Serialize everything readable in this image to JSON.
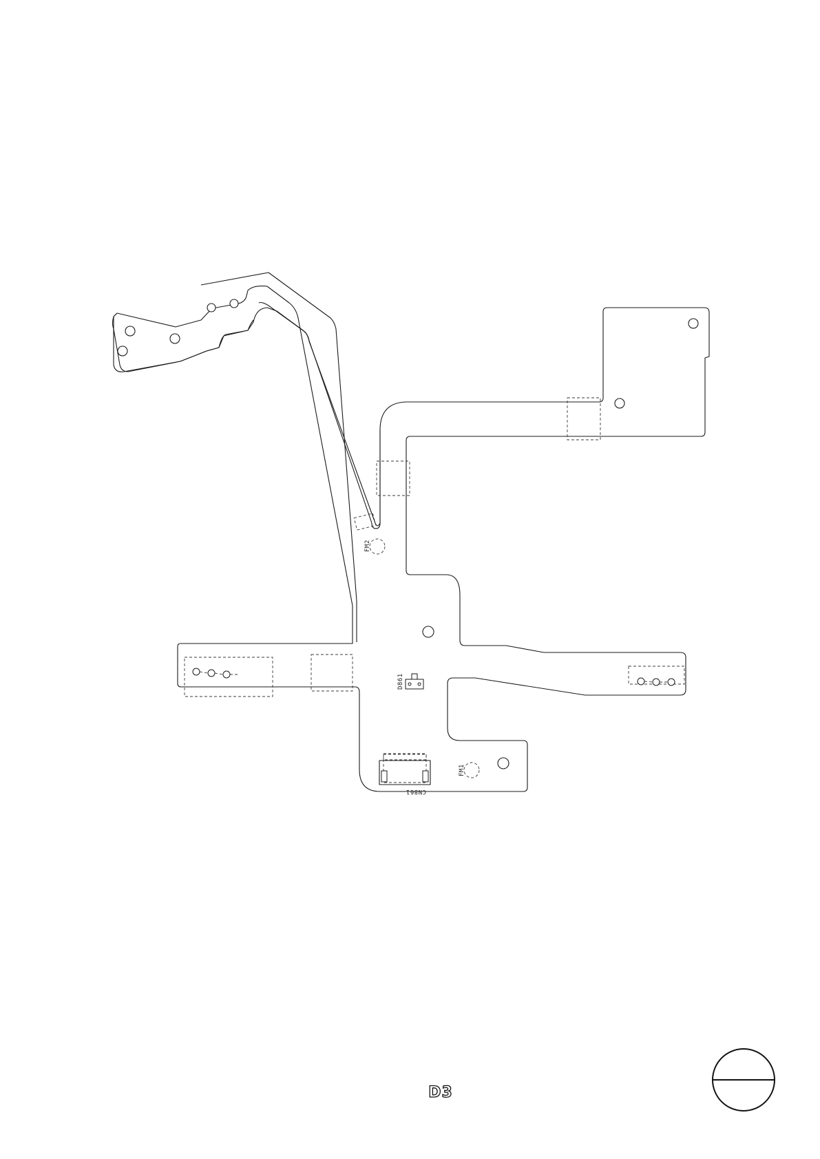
{
  "diagram": {
    "type": "flexible printed circuit board outline",
    "reference_designators": {
      "fm2": "FM2",
      "fm1": "FM1",
      "d861": "D861",
      "cn861": "CN861"
    }
  },
  "footer": {
    "page_label": "D3"
  },
  "colors": {
    "line": "#1a1a1a",
    "background": "#ffffff"
  }
}
